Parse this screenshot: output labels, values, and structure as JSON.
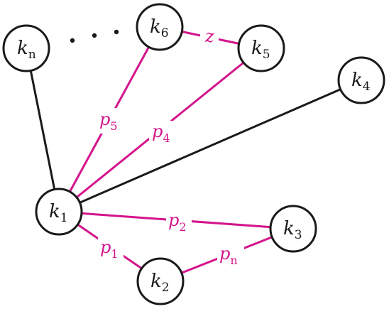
{
  "colors": {
    "black": "#1a1a1a",
    "pink": "#d4148c"
  },
  "nodes": {
    "kn": {
      "base": "k",
      "sub": "n"
    },
    "k6": {
      "base": "k",
      "sub": "6"
    },
    "k5": {
      "base": "k",
      "sub": "5"
    },
    "k4": {
      "base": "k",
      "sub": "4"
    },
    "k1": {
      "base": "k",
      "sub": "1"
    },
    "k3": {
      "base": "k",
      "sub": "3"
    },
    "k2": {
      "base": "k",
      "sub": "2"
    }
  },
  "edges": {
    "k6_k5": {
      "base": "z",
      "sub": ""
    },
    "k1_k6": {
      "base": "p",
      "sub": "5"
    },
    "k1_k5": {
      "base": "p",
      "sub": "4"
    },
    "k1_k3": {
      "base": "p",
      "sub": "2"
    },
    "k1_k2": {
      "base": "p",
      "sub": "1"
    },
    "k2_k3": {
      "base": "p",
      "sub": "n"
    }
  },
  "ellipsis": "• • •"
}
